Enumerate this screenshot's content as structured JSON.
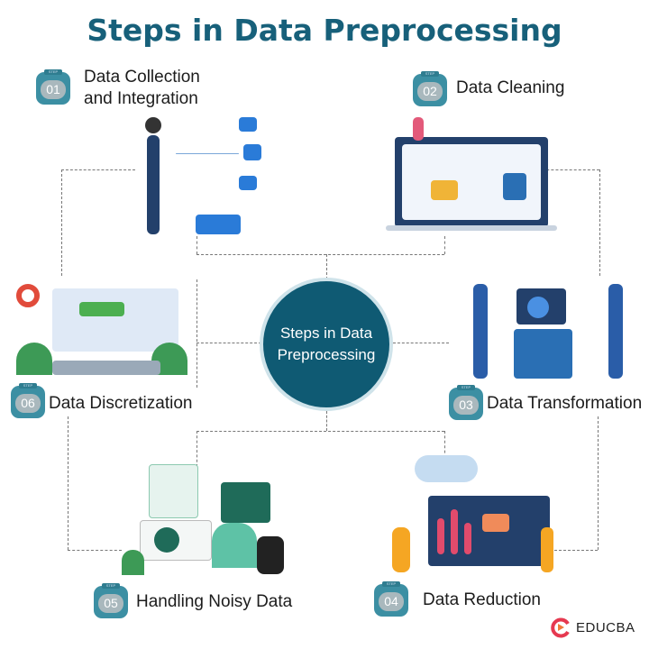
{
  "title": "Steps in Data Preprocessing",
  "center": "Steps in Data Preprocessing",
  "steps": [
    {
      "cap": "STEP",
      "num": "01",
      "label": "Data Collection and Integration"
    },
    {
      "cap": "STEP",
      "num": "02",
      "label": "Data Cleaning"
    },
    {
      "cap": "STEP",
      "num": "03",
      "label": "Data Transformation"
    },
    {
      "cap": "STEP",
      "num": "04",
      "label": "Data Reduction"
    },
    {
      "cap": "STEP",
      "num": "05",
      "label": "Handling Noisy Data"
    },
    {
      "cap": "STEP",
      "num": "06",
      "label": "Data Discretization"
    }
  ],
  "brand": "EDUCBA",
  "colors": {
    "title": "#17607a",
    "center": "#0f5a73",
    "badge": "#3c8fa3"
  }
}
